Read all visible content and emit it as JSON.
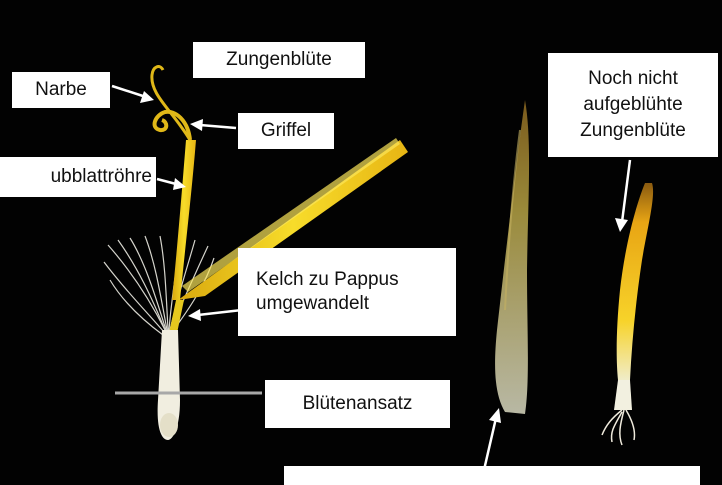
{
  "colors": {
    "background": "#000000",
    "petal": "#f4d21c",
    "petal_dark": "#d9a80e",
    "pappus": "#ecebe2",
    "label_fill": "#ffffff",
    "arrow": "#ffffff"
  },
  "labels": {
    "zungenbluete": "Zungenblüte",
    "narbe": "Narbe",
    "griffel": "Griffel",
    "kronblattroehre": "ubblattröhre",
    "kelch_pappus": "Kelch zu  Pappus\numgewandelt",
    "bluetenansatz": "Blütenansatz",
    "noch_nicht": "Noch nicht\naufgeblühte\nZungenblüte",
    "bottom_caption": ""
  },
  "icons": [
    "arrow-icon"
  ]
}
